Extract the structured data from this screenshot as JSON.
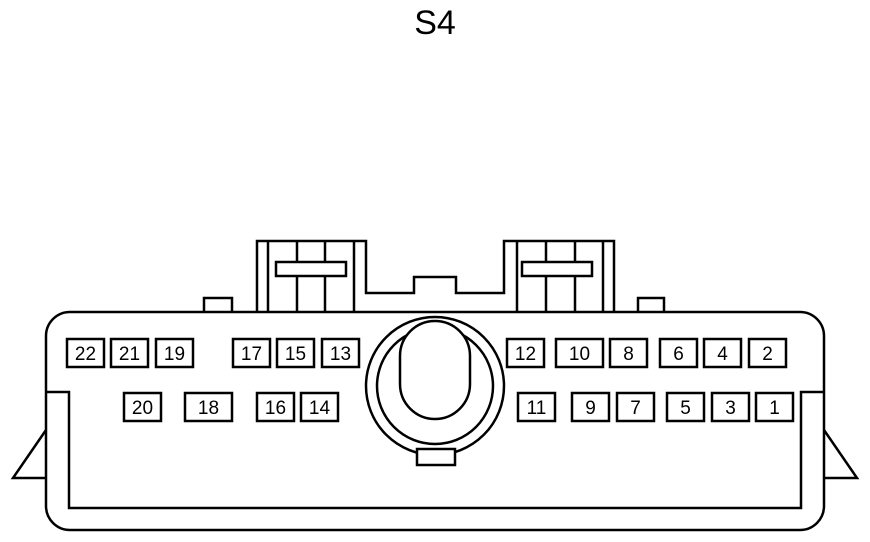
{
  "title": "S4",
  "pins": {
    "p22": "22",
    "p21": "21",
    "p19": "19",
    "p17": "17",
    "p15": "15",
    "p13": "13",
    "p12": "12",
    "p10": "10",
    "p8": "8",
    "p6": "6",
    "p4": "4",
    "p2": "2",
    "p20": "20",
    "p18": "18",
    "p16": "16",
    "p14": "14",
    "p11": "11",
    "p9": "9",
    "p7": "7",
    "p5": "5",
    "p3": "3",
    "p1": "1"
  }
}
